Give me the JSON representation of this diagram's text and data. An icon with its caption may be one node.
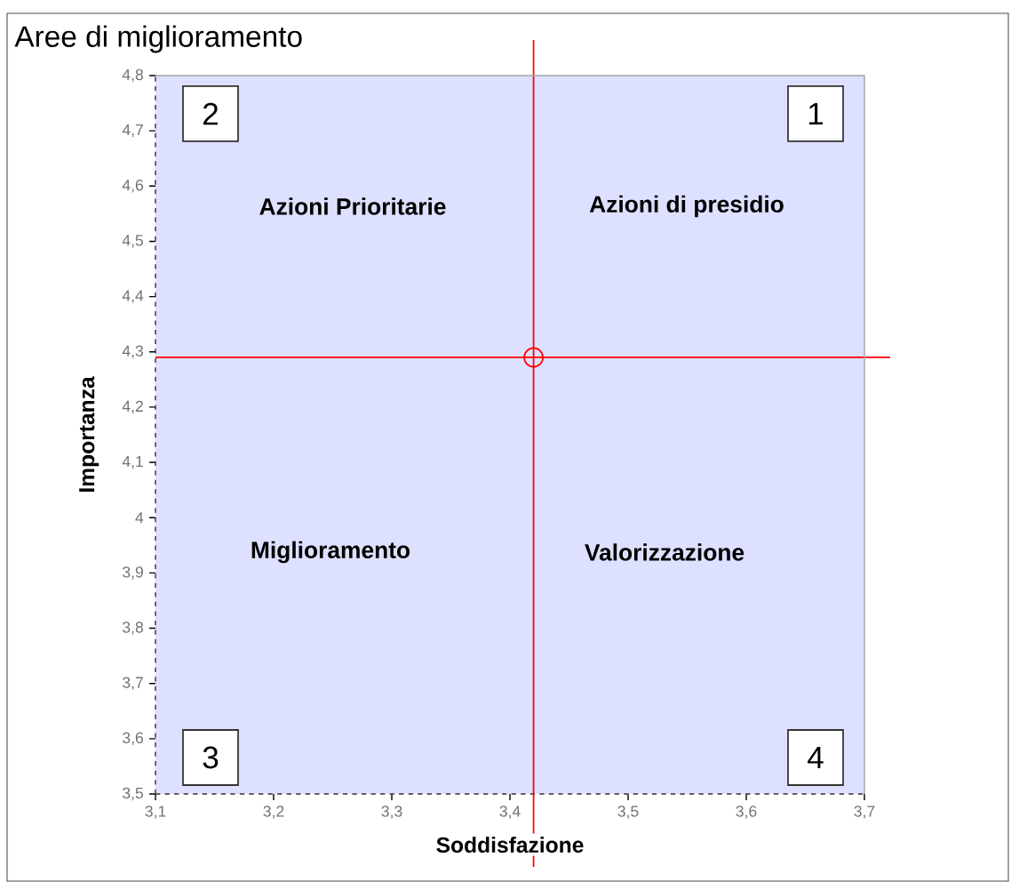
{
  "diagram": {
    "title": "Aree di miglioramento",
    "nodes": [
      {
        "text": [
          "2"
        ]
      },
      {
        "text": [
          "1"
        ]
      },
      {
        "text": [
          "3"
        ]
      },
      {
        "text": [
          "4"
        ]
      }
    ],
    "labels": [
      "Azioni Prioritarie",
      "Azioni di presidio",
      "Miglioramento",
      "Valorizzazione"
    ],
    "chart_data": {
      "type": "scatter",
      "xlabel": "Soddisfazione",
      "ylabel": "Importanza",
      "xlim": [
        3.1,
        3.7
      ],
      "ylim": [
        3.5,
        4.8
      ],
      "xticks": [
        {
          "value": 3.1,
          "label": "3,1"
        },
        {
          "value": 3.2,
          "label": "3,2"
        },
        {
          "value": 3.3,
          "label": "3,3"
        },
        {
          "value": 3.4,
          "label": "3,4"
        },
        {
          "value": 3.5,
          "label": "3,5"
        },
        {
          "value": 3.6,
          "label": "3,6"
        },
        {
          "value": 3.7,
          "label": "3,7"
        }
      ],
      "yticks": [
        {
          "value": 3.5,
          "label": "3,5"
        },
        {
          "value": 3.6,
          "label": "3,6"
        },
        {
          "value": 3.7,
          "label": "3,7"
        },
        {
          "value": 3.8,
          "label": "3,8"
        },
        {
          "value": 3.9,
          "label": "3,9"
        },
        {
          "value": 4.0,
          "label": "4"
        },
        {
          "value": 4.1,
          "label": "4,1"
        },
        {
          "value": 4.2,
          "label": "4,2"
        },
        {
          "value": 4.3,
          "label": "4,3"
        },
        {
          "value": 4.4,
          "label": "4,4"
        },
        {
          "value": 4.5,
          "label": "4,5"
        },
        {
          "value": 4.6,
          "label": "4,6"
        },
        {
          "value": 4.7,
          "label": "4,7"
        },
        {
          "value": 4.8,
          "label": "4,8"
        }
      ],
      "series": [
        {
          "color": "#ff0000",
          "x": [
            3.42
          ],
          "values": [
            4.29
          ]
        }
      ],
      "ref_lines": [
        {
          "axis": "x",
          "value": 3.42
        },
        {
          "axis": "y",
          "value": 4.29
        }
      ]
    }
  }
}
